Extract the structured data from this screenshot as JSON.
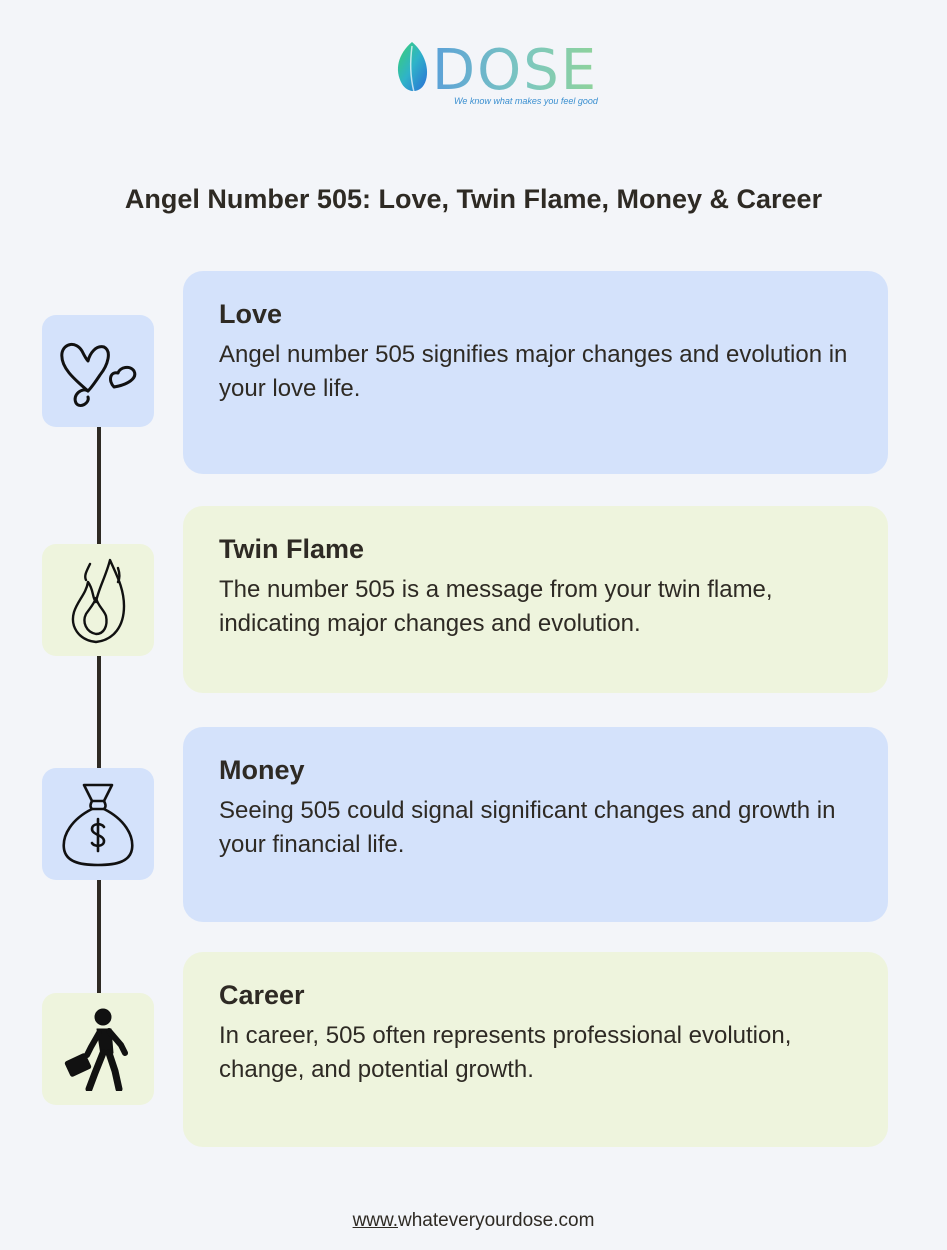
{
  "brand": {
    "name": "DOSE",
    "tagline": "We know what makes you feel good",
    "colors": {
      "blue": "#5aa0d8",
      "teal": "#7cc7c0",
      "green": "#8fd39a"
    }
  },
  "title": "Angel Number 505: Love, Twin Flame, Money & Career",
  "sections": [
    {
      "icon": "hearts-icon",
      "title": "Love",
      "body": "Angel number 505 signifies major changes and evolution in your love life.",
      "color": "#d4e2fb"
    },
    {
      "icon": "flame-icon",
      "title": "Twin Flame",
      "body": "The number 505 is a message from your twin flame, indicating major changes and evolution.",
      "color": "#eef4dd"
    },
    {
      "icon": "money-bag-icon",
      "title": "Money",
      "body": "Seeing 505 could signal significant changes and growth in your financial life.",
      "color": "#d4e2fb"
    },
    {
      "icon": "businessman-walking-icon",
      "title": "Career",
      "body": "In career, 505 often represents professional evolution, change, and potential growth.",
      "color": "#eef4dd"
    }
  ],
  "footer": {
    "prefix": "www.",
    "domain": "whateveryourdose.com"
  }
}
